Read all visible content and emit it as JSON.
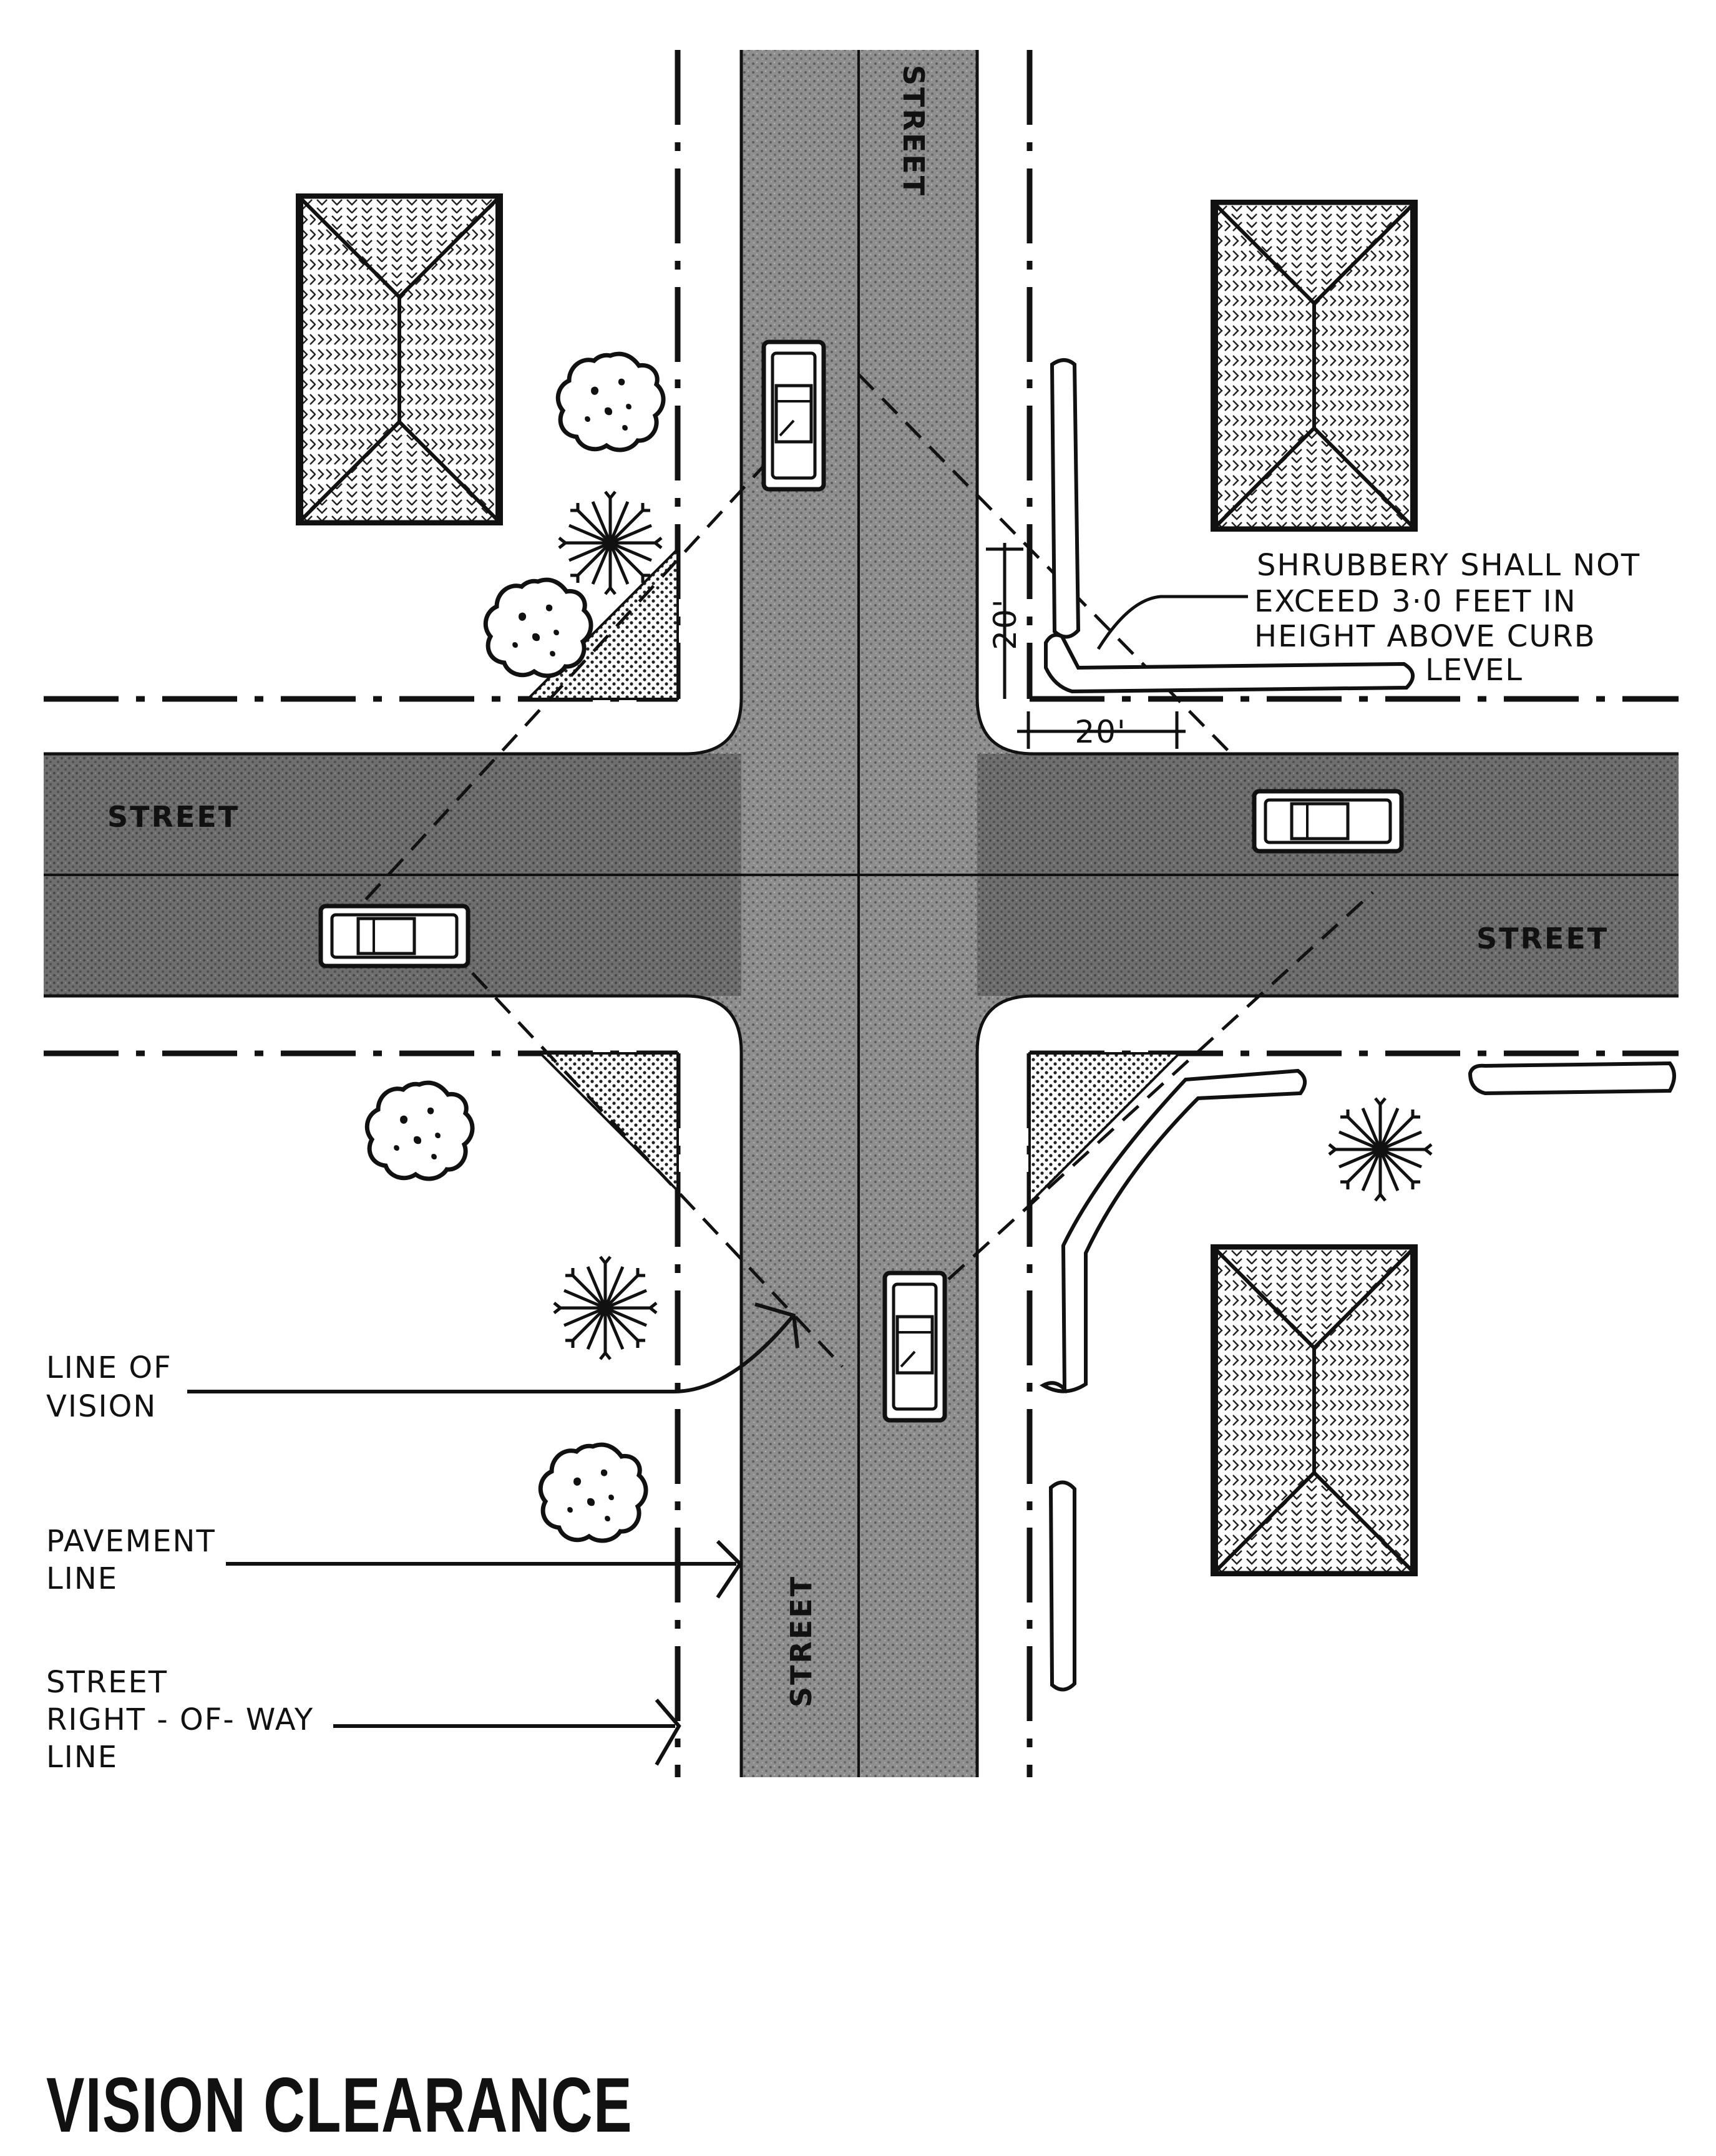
{
  "labels": {
    "street_north": "STREET",
    "street_south": "STREET",
    "street_west": "STREET",
    "street_east": "STREET",
    "dim_vertical": "20'",
    "dim_horizontal": "20'",
    "shrub_note": [
      "SHRUBBERY SHALL NOT",
      "EXCEED 3·0 FEET IN",
      "HEIGHT ABOVE CURB",
      "LEVEL"
    ],
    "line_of_vision": [
      "LINE OF",
      "VISION"
    ],
    "pavement_line": [
      "PAVEMENT",
      "LINE"
    ],
    "right_of_way": [
      "STREET",
      "RIGHT - OF- WAY",
      "LINE"
    ],
    "title": "VISION CLEARANCE"
  },
  "colors": {
    "pavement": "#8c8c8c",
    "pavement_dark": "#6f6f6f",
    "ink": "#111111",
    "paper": "#ffffff"
  },
  "icons": [
    "house-icon",
    "tree-icon",
    "car-icon",
    "shrub-hedge-icon",
    "vision-triangle-icon"
  ]
}
